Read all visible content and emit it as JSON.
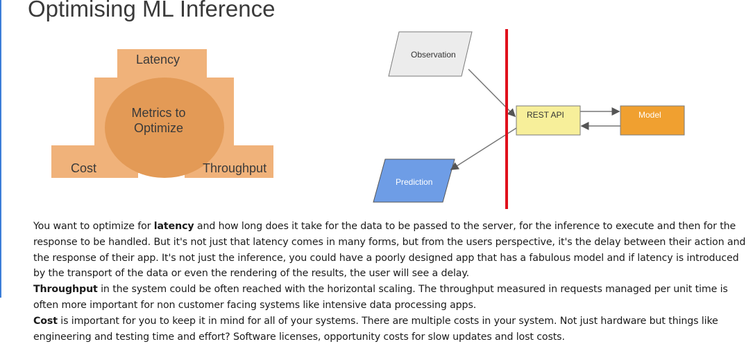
{
  "page": {
    "title": "Optimising ML Inference"
  },
  "metrics_diagram": {
    "top_label": "Latency",
    "center_label_line1": "Metrics to",
    "center_label_line2": "Optimize",
    "left_label": "Cost",
    "right_label": "Throughput",
    "colors": {
      "outer": "#f0b27a",
      "center": "#e39a56"
    }
  },
  "flow_diagram": {
    "observation_label": "Observation",
    "prediction_label": "Prediction",
    "rest_api_label": "REST API",
    "model_label": "Model",
    "colors": {
      "observation": "#ececec",
      "prediction": "#6e9de6",
      "rest_api": "#f7ef9a",
      "model": "#f0a030",
      "divider": "#e0101c"
    }
  },
  "description": {
    "p1_bold": "latency",
    "p1_pre": "You want to optimize for ",
    "p1_post": " and how long does it take for the data to be passed to the server, for the inference to execute and then for the response to be handled. But it's not just that latency comes in many forms, but from the users perspective, it's the delay between their action and the response of their app. It's not just the inference, you could have a poorly designed app that has a fabulous model and if latency is introduced by the transport of the data or even the rendering of the results, the user will see a delay.",
    "p2_bold": "Throughput",
    "p2_post": " in the system could be often reached with the horizontal scaling. The throughput measured in requests managed per unit time is often more important for non customer facing systems like intensive data processing apps.",
    "p3_bold": "Cost",
    "p3_post": " is important for you to keep it in mind for all of your systems. There are multiple costs in your system. Not just hardware but things like engineering and testing time and effort? Software licenses, opportunity costs for slow updates and lost costs."
  }
}
